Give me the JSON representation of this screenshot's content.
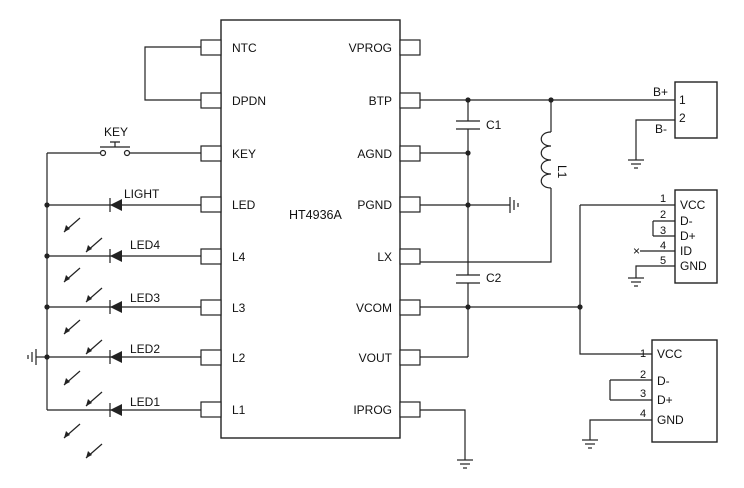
{
  "chip": {
    "name": "HT4936A",
    "left_pins": [
      "NTC",
      "DPDN",
      "KEY",
      "LED",
      "L4",
      "L3",
      "L2",
      "L1"
    ],
    "right_pins": [
      "VPROG",
      "BTP",
      "AGND",
      "PGND",
      "LX",
      "VCOM",
      "VOUT",
      "IPROG"
    ]
  },
  "components": {
    "key": "KEY",
    "c1": "C1",
    "c2": "C2",
    "l1": "L1",
    "light": "LIGHT",
    "led4": "LED4",
    "led3": "LED3",
    "led2": "LED2",
    "led1": "LED1"
  },
  "battery_connector": {
    "pin1_label": "B+",
    "pin2_label": "B-",
    "pin_numbers": [
      "1",
      "2"
    ]
  },
  "usb_connector_1": {
    "pin_numbers": [
      "1",
      "2",
      "3",
      "4",
      "5"
    ],
    "pin_labels": [
      "VCC",
      "D-",
      "D+",
      "ID",
      "GND"
    ],
    "nc_mark": "×"
  },
  "usb_connector_2": {
    "pin_numbers": [
      "1",
      "2",
      "3",
      "4"
    ],
    "pin_labels": [
      "VCC",
      "D-",
      "D+",
      "GND"
    ]
  }
}
